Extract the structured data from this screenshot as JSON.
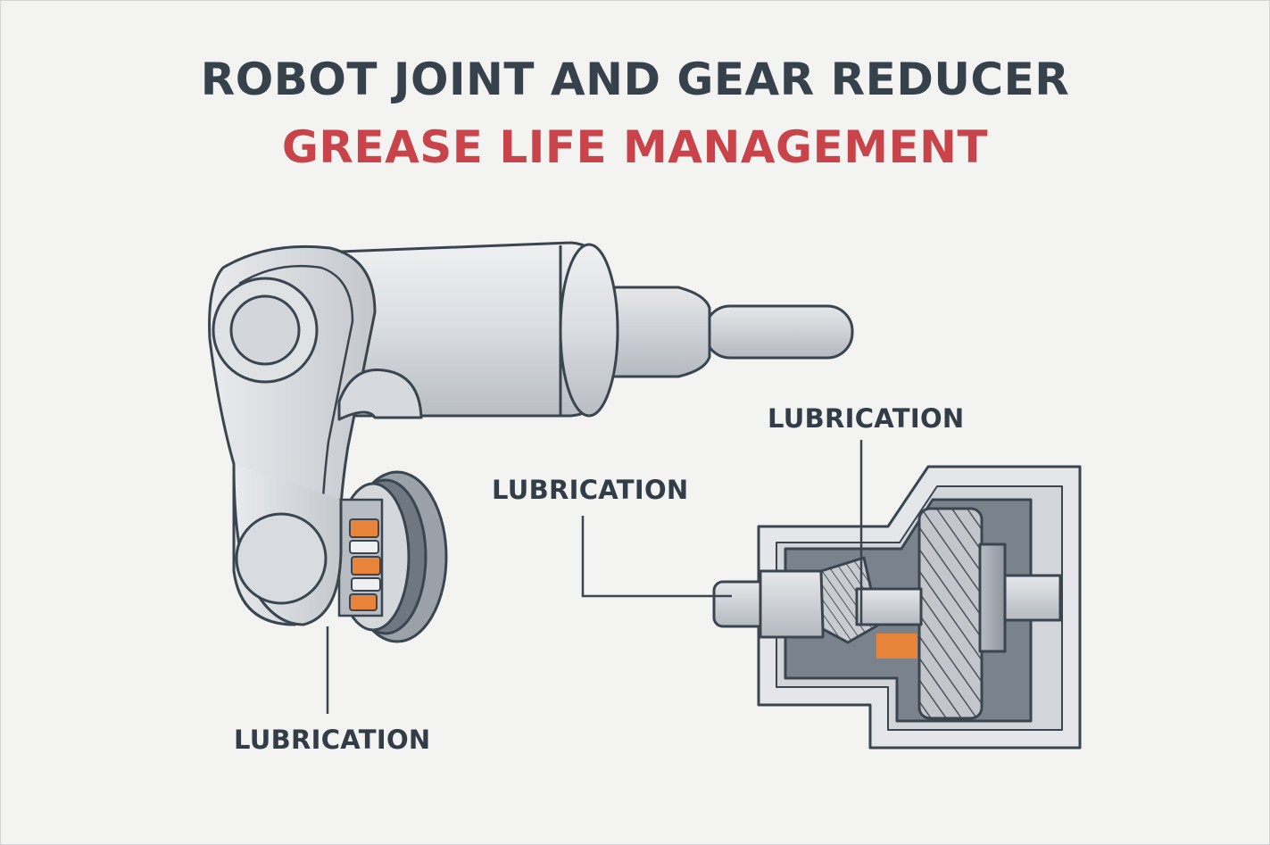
{
  "header": {
    "title_line1": "ROBOT JOINT AND GEAR REDUCER",
    "title_line2": "GREASE LIFE MANAGEMENT"
  },
  "colors": {
    "background": "#f3f3f2",
    "outline": "#3b4550",
    "metal_light": "#e3e5e8",
    "metal_mid": "#c8ccd1",
    "metal_dark": "#8f969e",
    "grease": "#e8833a",
    "title_dark": "#37414c",
    "title_red": "#c9444a"
  },
  "callouts": [
    {
      "id": "joint-bearing",
      "text": "LUBRICATION"
    },
    {
      "id": "reducer-input",
      "text": "LUBRICATION"
    },
    {
      "id": "reducer-gear",
      "text": "LUBRICATION"
    }
  ]
}
